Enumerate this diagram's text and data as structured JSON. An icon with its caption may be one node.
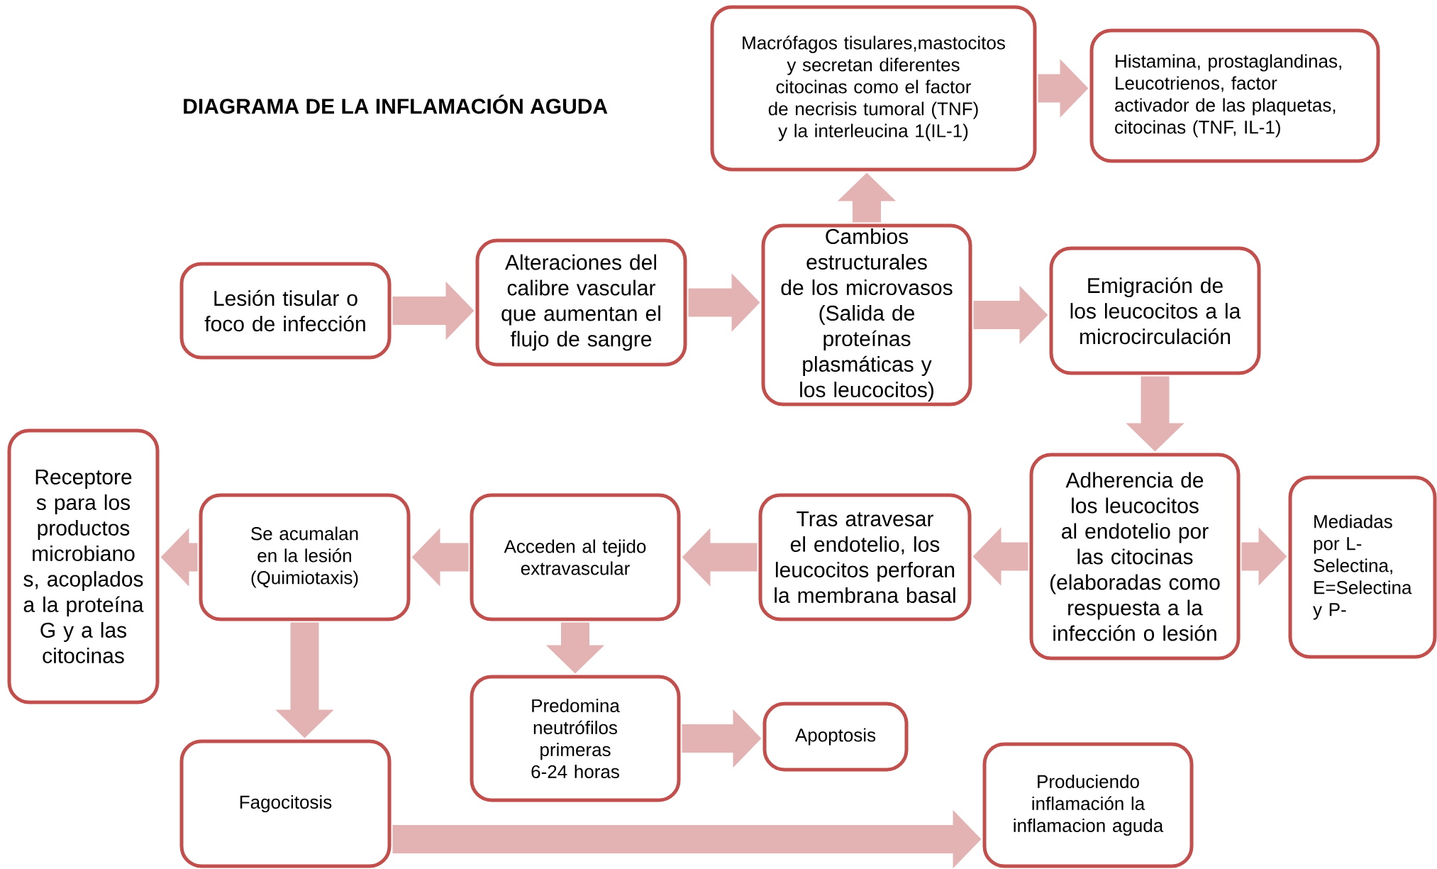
{
  "diagram": {
    "title": "DIAGRAMA DE LA INFLAMACIÓN AGUDA",
    "nodes": [
      {
        "text": [
          "Lesión tisular o foco de infección"
        ]
      },
      {
        "text": [
          "Alteraciones del calibre vascular que aumentan el flujo de sangre"
        ]
      },
      {
        "text": [
          "Cambios estructurales de los microvasos (Salida de proteínas plasmáticas y los leucocitos)"
        ]
      },
      {
        "text": [
          "Macrófagos tisulares,mastocitos y secretan diferentes citocinas como el factor de necrisis tumoral (TNF) y la interleucina 1(IL-1)"
        ]
      },
      {
        "text": [
          "Histamina, prostaglandinas, Leucotrienos, factor activador de las plaquetas, citocinas (TNF, IL-1)"
        ]
      },
      {
        "text": [
          "Emigración de los leucocitos a la microcirculación"
        ]
      },
      {
        "text": [
          "Adherencia de los leucocitos al endotelio por las citocinas (elaboradas como respuesta a la infección o lesión"
        ]
      },
      {
        "text": [
          "Mediadas por L- Selectina, E=Selectina y P-"
        ]
      },
      {
        "text": [
          "Tras atravesar el endotelio, los leucocitos perforan la membrana basal"
        ]
      },
      {
        "text": [
          "Acceden al tejido extravascular"
        ]
      },
      {
        "text": [
          "Se acumalan en la lesión (Quimiotaxis)"
        ]
      },
      {
        "text": [
          "Receptore s para los productos microbiano s, acoplados a la proteína G y a las citocinas"
        ]
      },
      {
        "text": [
          "Predomina neutrófilos primeras 6-24 horas"
        ]
      },
      {
        "text": [
          "Apoptosis"
        ]
      },
      {
        "text": [
          "Fagocitosis"
        ]
      },
      {
        "text": [
          "Produciendo inflamación  la inflamacion aguda"
        ]
      }
    ],
    "edges": [
      {
        "from": 0,
        "to": 1,
        "arrow": "to"
      },
      {
        "from": 1,
        "to": 2,
        "arrow": "to"
      },
      {
        "from": 2,
        "to": 3,
        "arrow": "to"
      },
      {
        "from": 3,
        "to": 4,
        "arrow": "to"
      },
      {
        "from": 2,
        "to": 5,
        "arrow": "to"
      },
      {
        "from": 5,
        "to": 6,
        "arrow": "to"
      },
      {
        "from": 6,
        "to": 7,
        "arrow": "to"
      },
      {
        "from": 6,
        "to": 8,
        "arrow": "to"
      },
      {
        "from": 8,
        "to": 9,
        "arrow": "to"
      },
      {
        "from": 9,
        "to": 10,
        "arrow": "to"
      },
      {
        "from": 10,
        "to": 11,
        "arrow": "to"
      },
      {
        "from": 10,
        "to": 14,
        "arrow": "to"
      },
      {
        "from": 9,
        "to": 12,
        "arrow": "to"
      },
      {
        "from": 12,
        "to": 13,
        "arrow": "to"
      },
      {
        "from": 14,
        "to": 15,
        "arrow": "to"
      }
    ]
  }
}
